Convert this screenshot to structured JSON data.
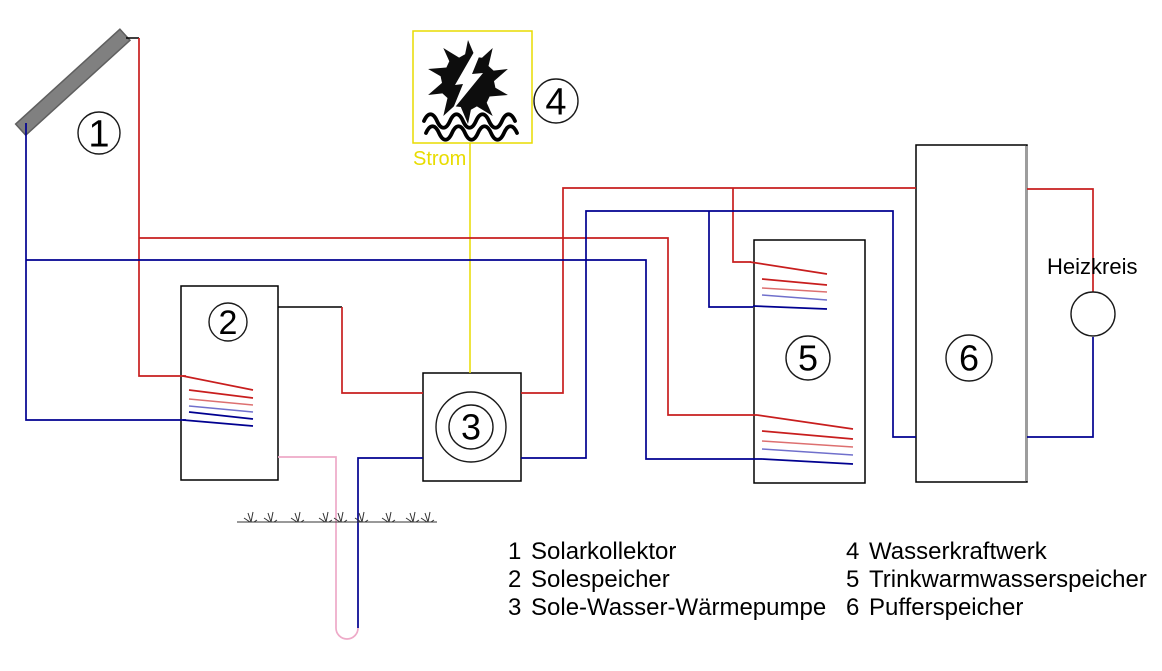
{
  "labels": {
    "strom": "Strom",
    "heizkreis": "Heizkreis"
  },
  "components": [
    {
      "number": "1",
      "name": "Solarkollektor"
    },
    {
      "number": "2",
      "name": "Solespeicher"
    },
    {
      "number": "3",
      "name": "Sole-Wasser-Wärmepumpe"
    },
    {
      "number": "4",
      "name": "Wasserkraftwerk"
    },
    {
      "number": "5",
      "name": "Trinkwarmwasserspeicher"
    },
    {
      "number": "6",
      "name": "Pufferspeicher"
    }
  ],
  "colors": {
    "hot": "#c81e1e",
    "cold": "#000090",
    "brine": "#eeaac8",
    "coil_light_red": "#dd7070",
    "coil_light_blue": "#7070cc",
    "electricity": "#e8dc00",
    "collector_fill": "#808080",
    "tank_shade": "#9d9d9d"
  }
}
